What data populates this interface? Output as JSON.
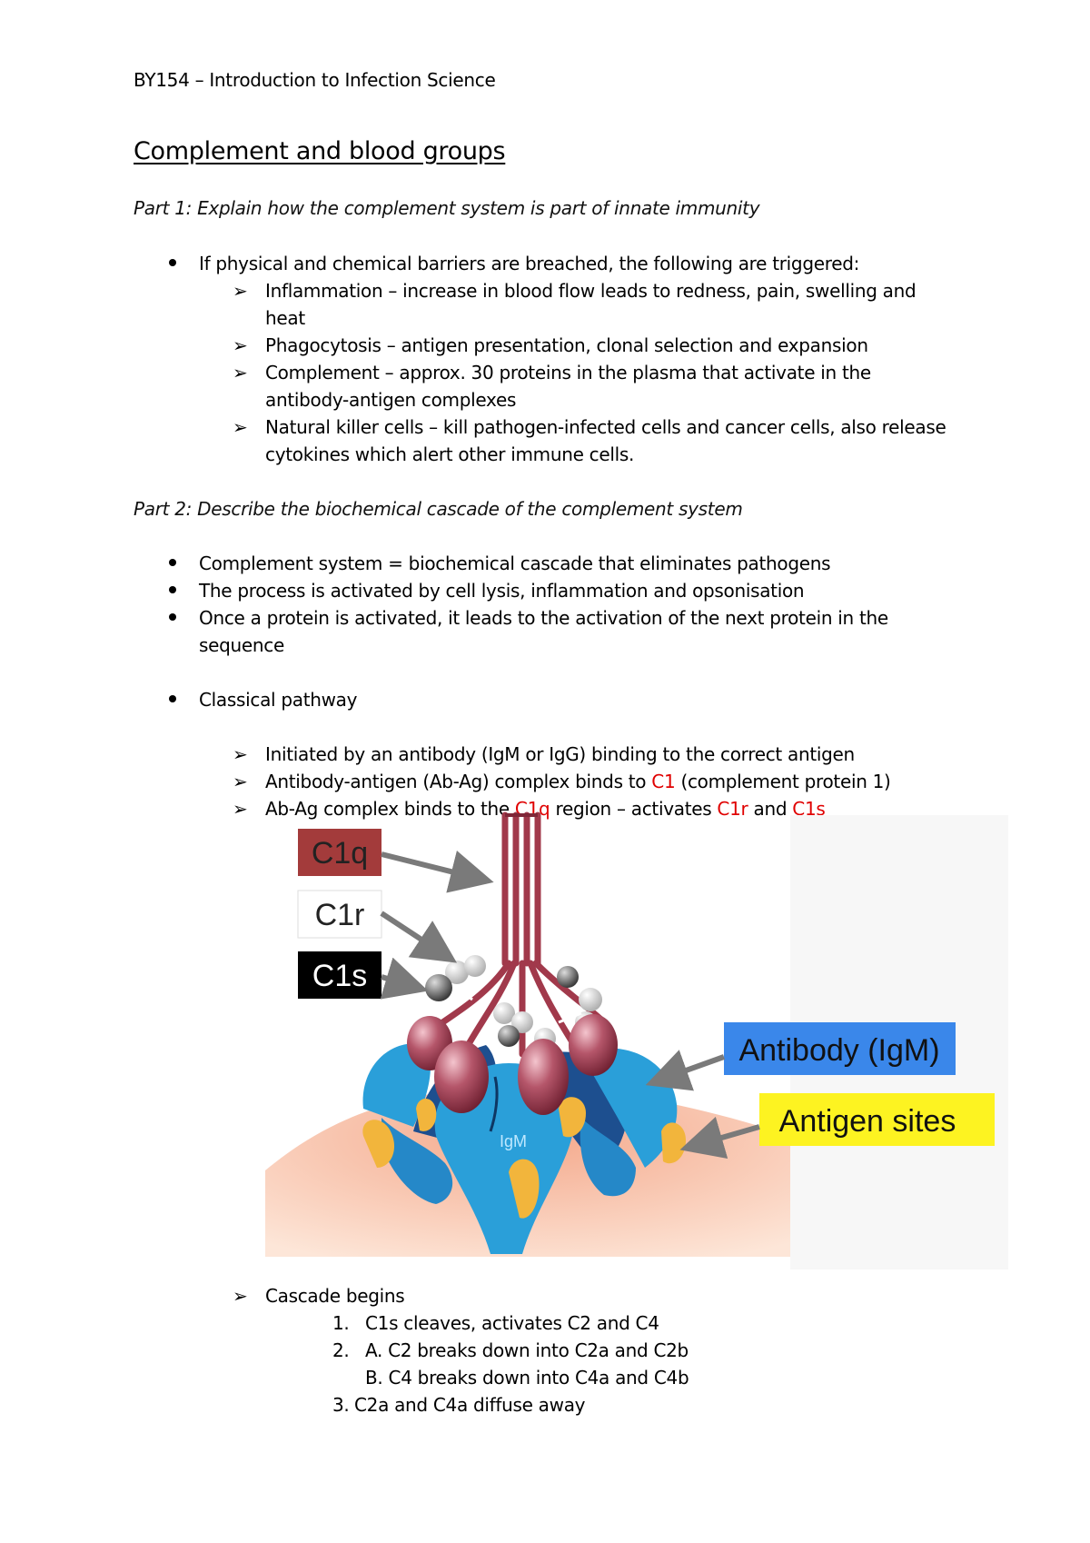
{
  "header": "BY154 – Introduction to Infection Science",
  "title": "Complement and blood groups",
  "part1": {
    "heading": "Part 1: Explain how the complement system is part of innate immunity",
    "bullet": "If physical and chemical barriers are breached, the following are triggered:",
    "items": [
      {
        "lines": [
          "Inflammation – increase in blood flow leads to redness, pain, swelling and",
          "heat"
        ]
      },
      {
        "lines": [
          "Phagocytosis – antigen presentation, clonal selection and expansion"
        ]
      },
      {
        "lines": [
          "Complement – approx. 30 proteins in the plasma that activate in the",
          "antibody-antigen complexes"
        ]
      },
      {
        "lines": [
          "Natural killer cells – kill pathogen-infected cells and cancer cells, also release",
          "cytokines which alert other immune cells."
        ]
      }
    ]
  },
  "part2": {
    "heading": "Part 2: Describe the biochemical cascade of the complement system",
    "bullets": [
      "Complement system = biochemical cascade that eliminates pathogens",
      "The process is activated by cell lysis, inflammation and opsonisation",
      "Once a protein is activated, it leads to the activation of the next protein in the",
      "sequence"
    ],
    "classical": "Classical pathway",
    "steps": {
      "s1": "Initiated by an antibody (IgM or IgG) binding to the correct antigen",
      "s2a": "Antibody-antigen (Ab-Ag) complex binds to ",
      "s2b": "C1",
      "s2c": " (complement protein 1)",
      "s3a": "Ab-Ag complex binds to the ",
      "s3b": "C1q",
      "s3c": " region – activates ",
      "s3d": "C1r",
      "s3e": " and ",
      "s3f": "C1s"
    }
  },
  "figure": {
    "labels": {
      "c1q": "C1q",
      "c1r": "C1r",
      "c1s": "C1s",
      "antibody": "Antibody (IgM)",
      "antigen": "Antigen sites",
      "igm": "IgM"
    },
    "colors": {
      "c1q_box": "#a33b3b",
      "c1r_box": "#ffffff",
      "c1s_box": "#000000",
      "antibody_box": "#3a87ea",
      "antigen_box": "#fdf321",
      "stalk": "#a1394b",
      "igm_blue": "#2a9fd9",
      "igm_dark": "#1d4f8f",
      "antigen_yellow": "#f2b53c",
      "membrane": "#f7c7a8"
    }
  },
  "cascade": {
    "heading": "Cascade begins",
    "items": [
      {
        "num": "1.",
        "text": "C1s cleaves, activates C2 and C4"
      },
      {
        "num": "2.",
        "text": "A. C2 breaks down into C2a and C2b"
      },
      {
        "num": "",
        "text": "B. C4 breaks down into C4a and C4b"
      },
      {
        "num": "3.",
        "text": "C2a and C4a diffuse away"
      }
    ]
  }
}
